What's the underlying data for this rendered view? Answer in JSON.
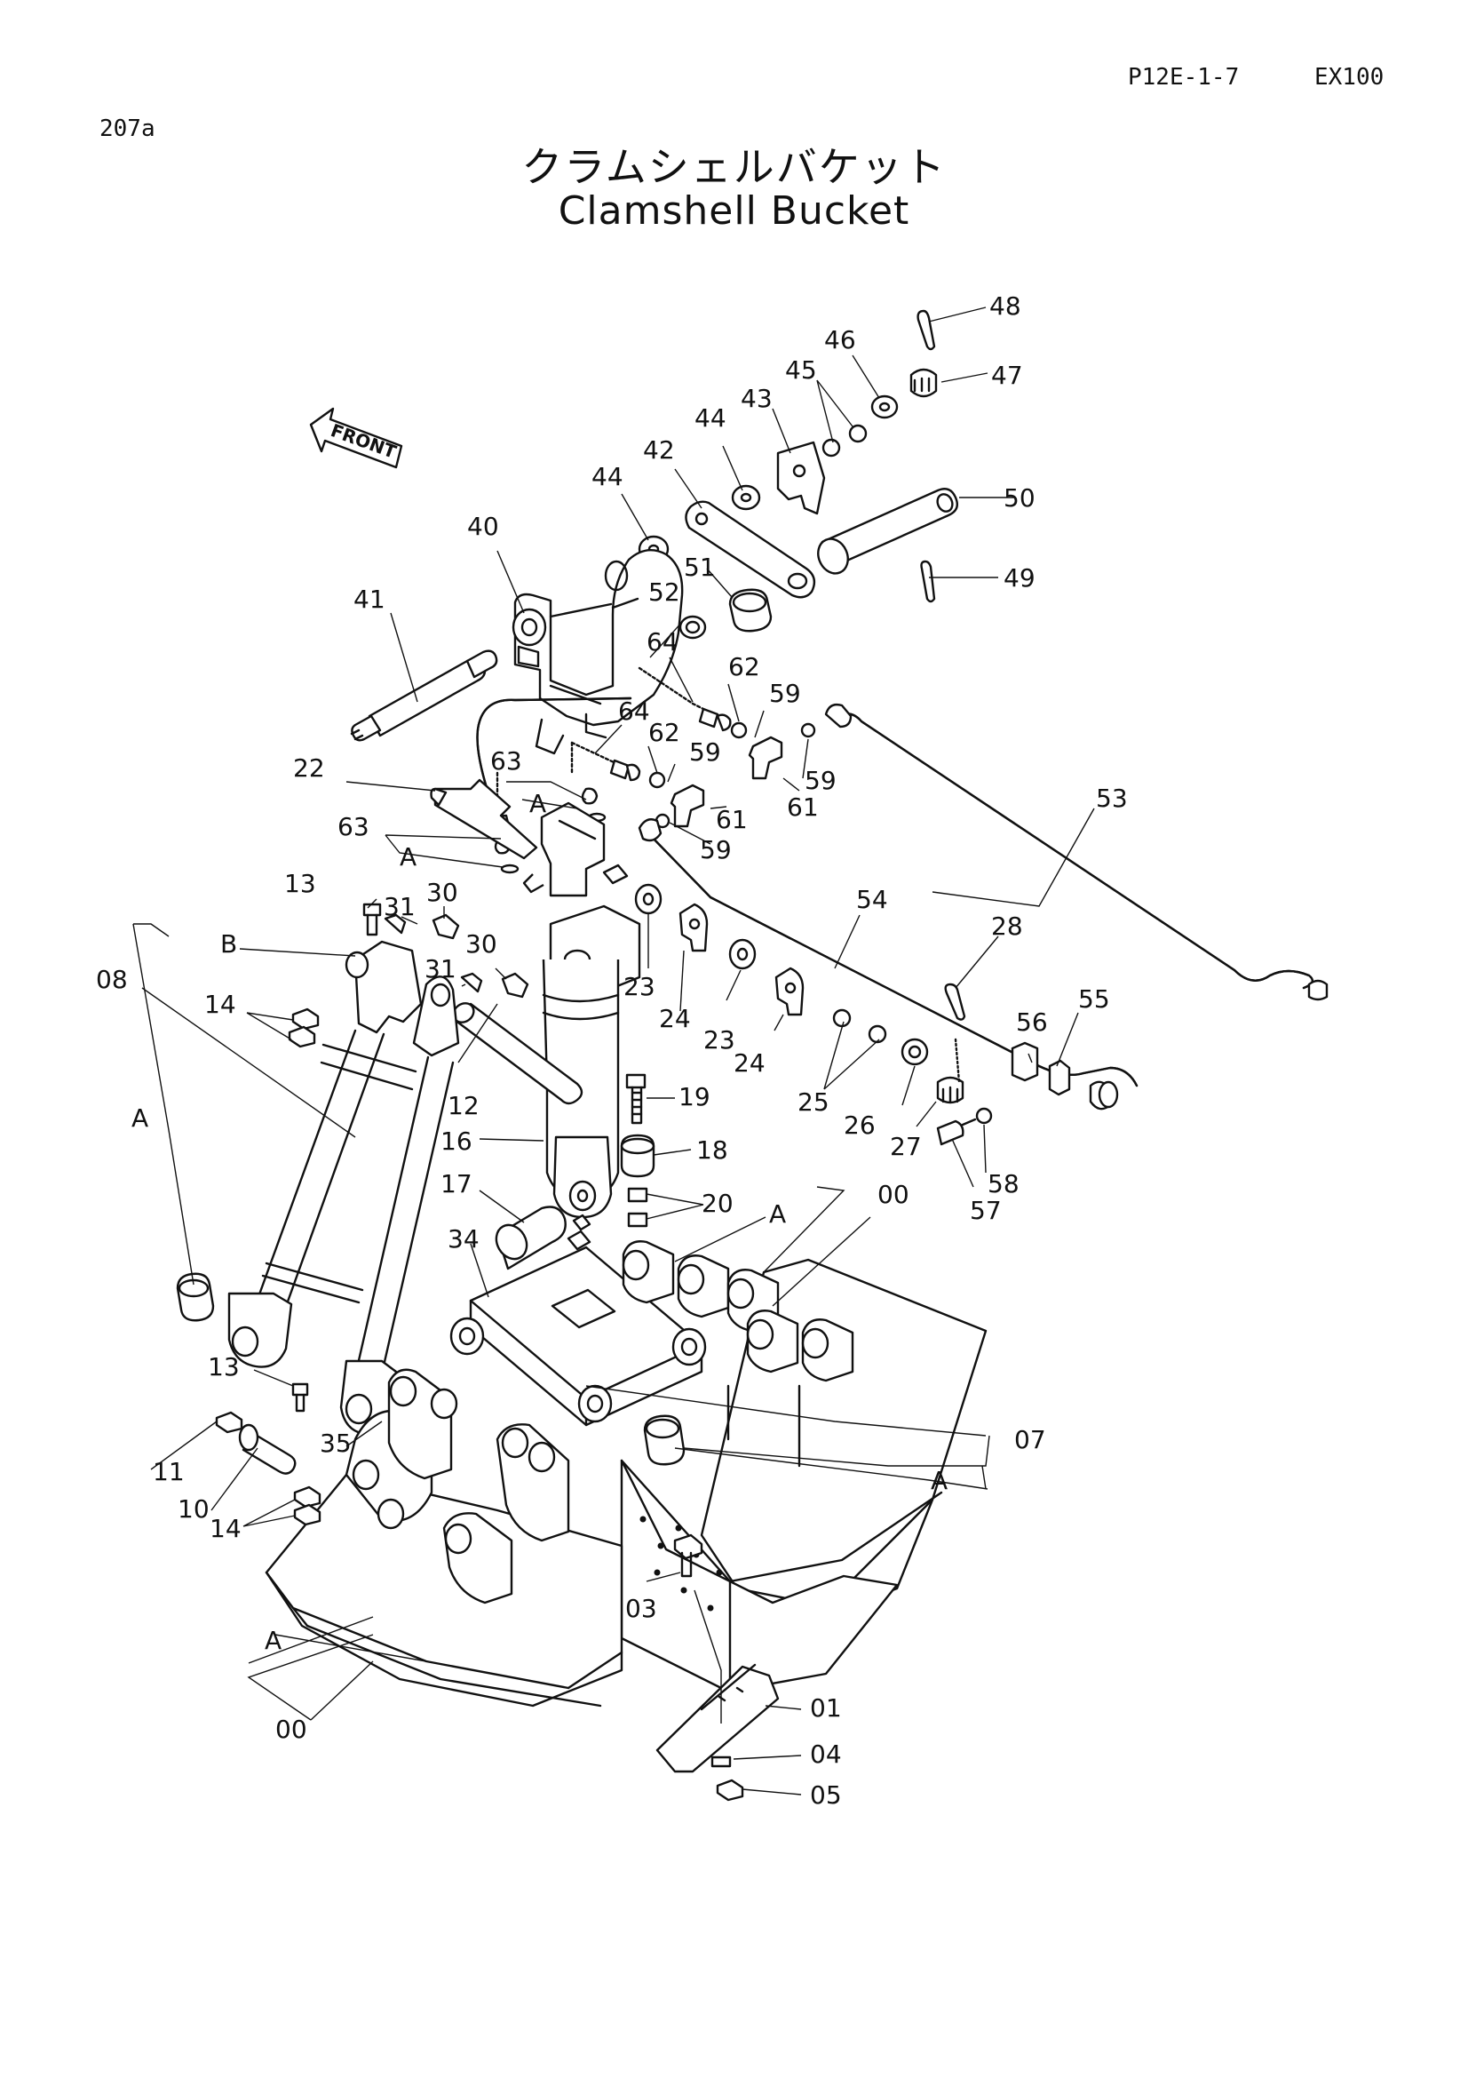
{
  "header": {
    "page_ref": "P12E-1-7",
    "model": "EX100",
    "page_code": "207a"
  },
  "title": {
    "japanese": "クラムシェルバケット",
    "english": "Clamshell Bucket"
  },
  "front_label": "FRONT",
  "callouts": [
    {
      "id": "c48",
      "label": "48"
    },
    {
      "id": "c46",
      "label": "46"
    },
    {
      "id": "c47",
      "label": "47"
    },
    {
      "id": "c45",
      "label": "45"
    },
    {
      "id": "c43",
      "label": "43"
    },
    {
      "id": "c44a",
      "label": "44"
    },
    {
      "id": "c42",
      "label": "42"
    },
    {
      "id": "c44b",
      "label": "44"
    },
    {
      "id": "c50",
      "label": "50"
    },
    {
      "id": "c40",
      "label": "40"
    },
    {
      "id": "c51",
      "label": "51"
    },
    {
      "id": "c49",
      "label": "49"
    },
    {
      "id": "c52",
      "label": "52"
    },
    {
      "id": "c41",
      "label": "41"
    },
    {
      "id": "c64a",
      "label": "64"
    },
    {
      "id": "c62a",
      "label": "62"
    },
    {
      "id": "c59a",
      "label": "59"
    },
    {
      "id": "c64b",
      "label": "64"
    },
    {
      "id": "c62b",
      "label": "62"
    },
    {
      "id": "c59b",
      "label": "59"
    },
    {
      "id": "c22",
      "label": "22"
    },
    {
      "id": "c63a",
      "label": "63"
    },
    {
      "id": "cAa",
      "label": "A"
    },
    {
      "id": "c61a",
      "label": "61"
    },
    {
      "id": "c61b",
      "label": "61"
    },
    {
      "id": "c59c",
      "label": "59"
    },
    {
      "id": "c53",
      "label": "53"
    },
    {
      "id": "c63b",
      "label": "63"
    },
    {
      "id": "cAb",
      "label": "A"
    },
    {
      "id": "c59d",
      "label": "59"
    },
    {
      "id": "c13a",
      "label": "13"
    },
    {
      "id": "c31a",
      "label": "31"
    },
    {
      "id": "c30a",
      "label": "30"
    },
    {
      "id": "c54",
      "label": "54"
    },
    {
      "id": "cB",
      "label": "B"
    },
    {
      "id": "c08",
      "label": "08"
    },
    {
      "id": "c30b",
      "label": "30"
    },
    {
      "id": "c31b",
      "label": "31"
    },
    {
      "id": "c28",
      "label": "28"
    },
    {
      "id": "c14a",
      "label": "14"
    },
    {
      "id": "c23a",
      "label": "23"
    },
    {
      "id": "c56",
      "label": "56"
    },
    {
      "id": "c55",
      "label": "55"
    },
    {
      "id": "c24a",
      "label": "24"
    },
    {
      "id": "c23b",
      "label": "23"
    },
    {
      "id": "c24b",
      "label": "24"
    },
    {
      "id": "cAc",
      "label": "A"
    },
    {
      "id": "c12",
      "label": "12"
    },
    {
      "id": "c19",
      "label": "19"
    },
    {
      "id": "c25",
      "label": "25"
    },
    {
      "id": "c26",
      "label": "26"
    },
    {
      "id": "c16",
      "label": "16"
    },
    {
      "id": "c18",
      "label": "18"
    },
    {
      "id": "c27",
      "label": "27"
    },
    {
      "id": "c58",
      "label": "58"
    },
    {
      "id": "c17",
      "label": "17"
    },
    {
      "id": "c57",
      "label": "57"
    },
    {
      "id": "c20",
      "label": "20"
    },
    {
      "id": "cAd",
      "label": "A"
    },
    {
      "id": "c00a",
      "label": "00"
    },
    {
      "id": "c34",
      "label": "34"
    },
    {
      "id": "c13b",
      "label": "13"
    },
    {
      "id": "c07",
      "label": "07"
    },
    {
      "id": "c11",
      "label": "11"
    },
    {
      "id": "c35",
      "label": "35"
    },
    {
      "id": "cAe",
      "label": "A"
    },
    {
      "id": "c10",
      "label": "10"
    },
    {
      "id": "c14b",
      "label": "14"
    },
    {
      "id": "c03",
      "label": "03"
    },
    {
      "id": "cAf",
      "label": "A"
    },
    {
      "id": "c00b",
      "label": "00"
    },
    {
      "id": "c01",
      "label": "01"
    },
    {
      "id": "c04",
      "label": "04"
    },
    {
      "id": "c05",
      "label": "05"
    }
  ]
}
